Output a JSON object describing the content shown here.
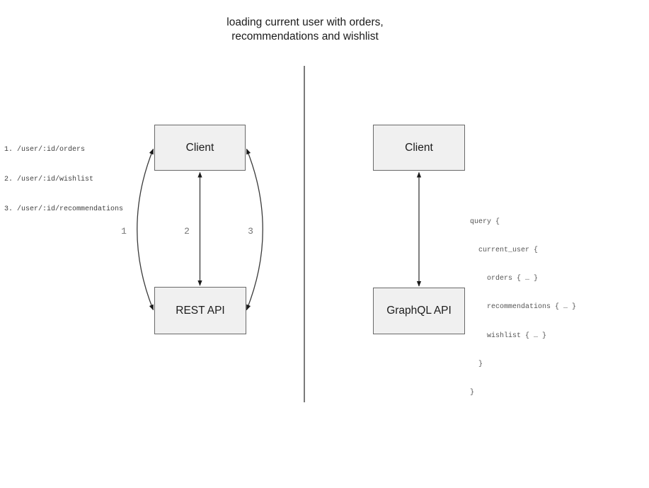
{
  "title": {
    "line1": "loading current user with orders,",
    "line2": "recommendations and wishlist"
  },
  "rest_side": {
    "endpoints": [
      "1. /user/:id/orders",
      "2. /user/:id/wishlist",
      "3. /user/:id/recommendations"
    ],
    "client_label": "Client",
    "api_label": "REST API",
    "arrow_labels": [
      "1",
      "2",
      "3"
    ]
  },
  "graphql_side": {
    "client_label": "Client",
    "api_label": "GraphQL API",
    "query_lines": [
      "query {",
      "  current_user {",
      "    orders { … }",
      "    recommendations { … }",
      "    wishlist { … }",
      "  }",
      "}"
    ]
  },
  "colors": {
    "box_fill": "#f0f0f0",
    "box_border": "#696969",
    "arrow_line": "#3a3a3a",
    "arrowhead": "#1a1a1a",
    "divider": "#7a7a7a",
    "muted_label": "#757575",
    "code_text": "#555555",
    "endpoint_text": "#3f3f3f",
    "heading_text": "#1b1b1b"
  }
}
